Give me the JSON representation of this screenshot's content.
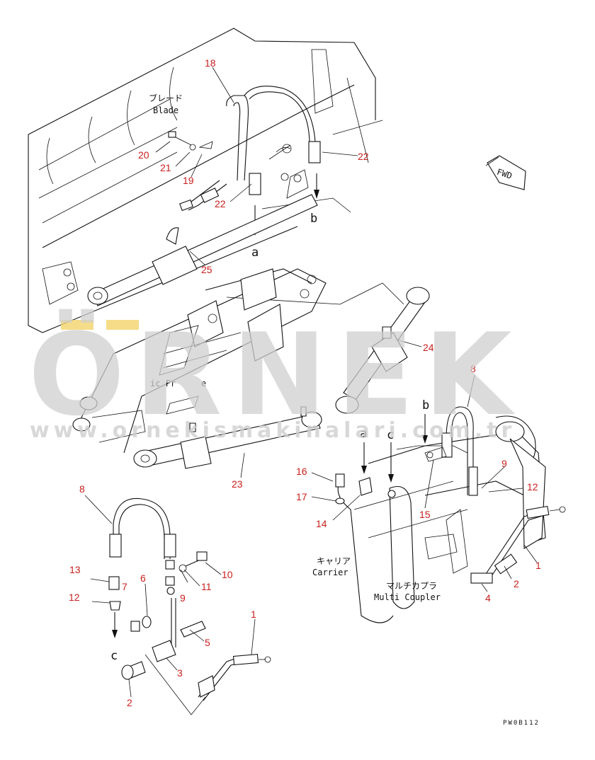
{
  "labels": {
    "blade_jp": "ブレード",
    "blade_en": "Blade",
    "frame_en": "ic Fr",
    "frame_en_tail": "e",
    "carrier_jp": "キャリア",
    "carrier_en": "Carrier",
    "coupler_jp": "マルチカプラ",
    "coupler_en": "Multi Coupler",
    "fwd": "FWD",
    "ref_a1": "a",
    "ref_a2": "a",
    "ref_b1": "b",
    "ref_b2": "b",
    "ref_c1": "c",
    "ref_c2": "c",
    "drawing_code": "PW0B112"
  },
  "watermark": {
    "brand": "ÖRNEK",
    "url": "www.ornekismakinalari.com.tr"
  },
  "callouts": {
    "n18": "18",
    "n20": "20",
    "n21": "21",
    "n19": "19",
    "n22a": "22",
    "n22b": "22",
    "n25": "25",
    "n24": "24",
    "n23": "23",
    "n8a": "8",
    "n8b": "8",
    "n9a": "9",
    "n9b": "9",
    "n12a": "12",
    "n12b": "12",
    "n16": "16",
    "n17": "17",
    "n14": "14",
    "n15": "15",
    "n1a": "1",
    "n1b": "1",
    "n2a": "2",
    "n2b": "2",
    "n4": "4",
    "n13": "13",
    "n7": "7",
    "n6": "6",
    "n11": "11",
    "n10": "10",
    "n5": "5",
    "n3": "3"
  }
}
